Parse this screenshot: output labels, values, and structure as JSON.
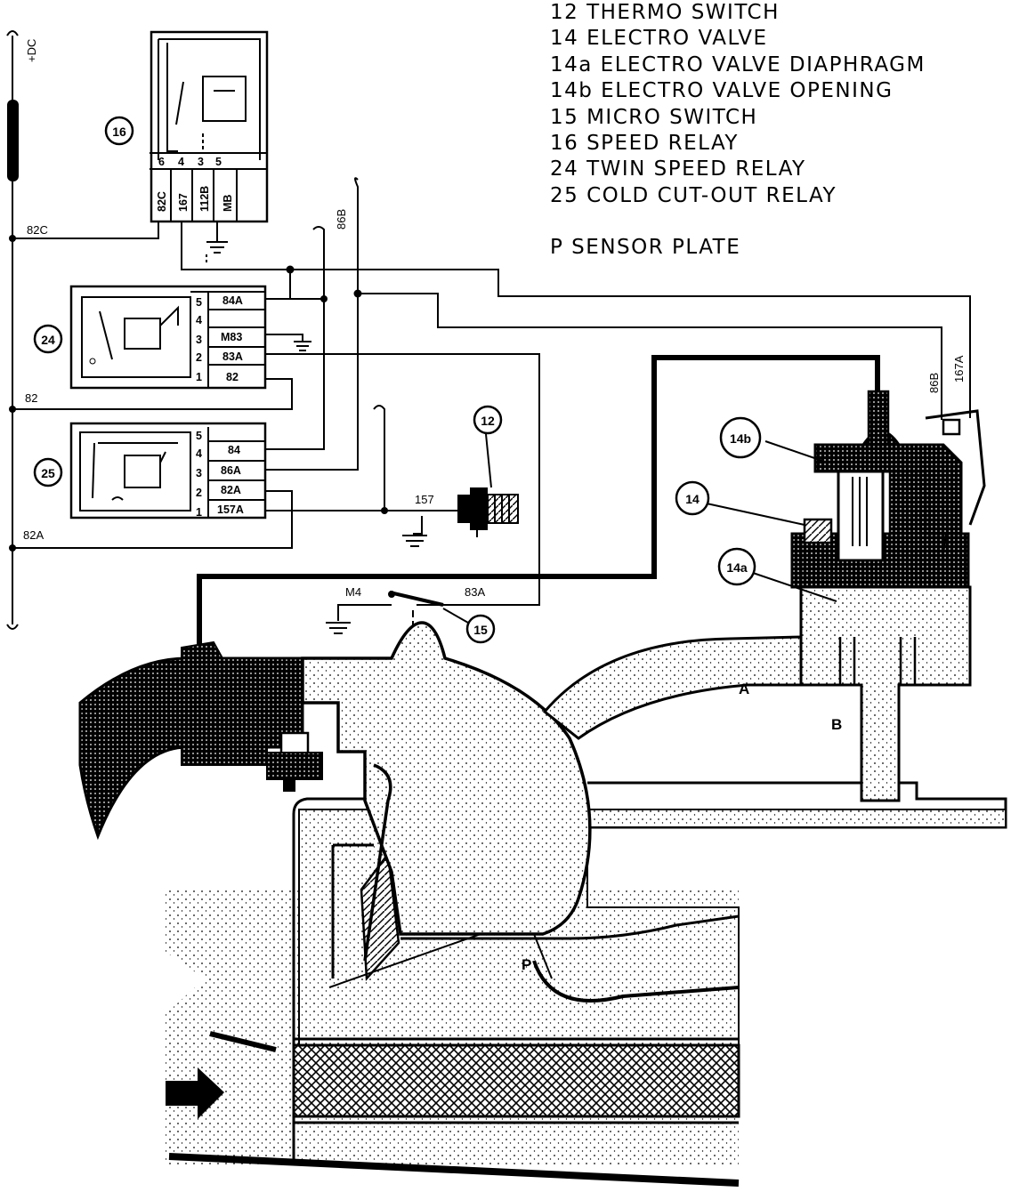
{
  "legend": {
    "items": [
      "12 THERMO SWITCH",
      "14 ELECTRO VALVE",
      "14a ELECTRO VALVE DIAPHRAGM",
      "14b ELECTRO VALVE OPENING",
      "15 MICRO SWITCH",
      "16 SPEED RELAY",
      "24 TWIN SPEED RELAY",
      "25 COLD CUT-OUT RELAY"
    ],
    "sensor": "P SENSOR PLATE"
  },
  "supply": {
    "label": "+DC"
  },
  "wires": {
    "w82c": "82C",
    "w82": "82",
    "w82a": "82A",
    "w86b_top": "86B",
    "w86b_right": "86B",
    "w167a": "167A",
    "w157": "157",
    "m4": "M4",
    "w83a": "83A"
  },
  "relay16": {
    "callout": "16",
    "pins": [
      "6",
      "4",
      "3",
      "5"
    ],
    "terminals": [
      "82C",
      "167",
      "112B",
      "MB"
    ]
  },
  "relay24": {
    "callout": "24",
    "pins": [
      "5",
      "4",
      "3",
      "2",
      "1"
    ],
    "terminals": [
      "84A",
      "",
      "M83",
      "83A",
      "82"
    ]
  },
  "relay25": {
    "callout": "25",
    "pins": [
      "5",
      "4",
      "3",
      "2",
      "1"
    ],
    "terminals": [
      "",
      "84",
      "86A",
      "82A",
      "157A"
    ]
  },
  "callouts": {
    "c12": "12",
    "c14": "14",
    "c14a": "14a",
    "c14b": "14b",
    "c15": "15"
  },
  "parts": {
    "sensor": "P",
    "a": "A",
    "b": "B"
  }
}
